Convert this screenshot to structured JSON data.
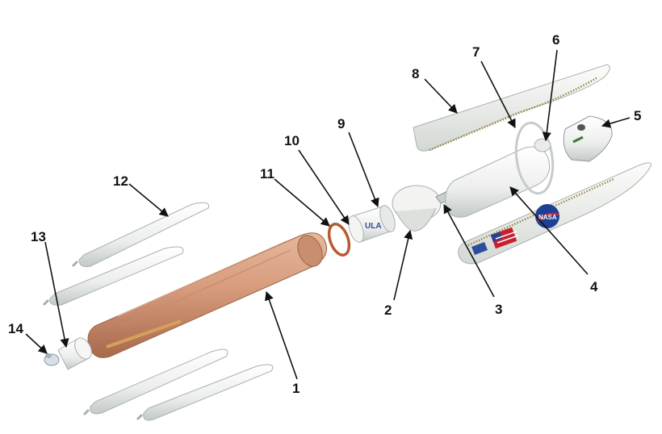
{
  "diagram": {
    "callouts": [
      "1",
      "2",
      "3",
      "4",
      "5",
      "6",
      "7",
      "8",
      "9",
      "10",
      "11",
      "12",
      "13",
      "14"
    ],
    "logos": {
      "ula": "ULA",
      "nasa": "NASA"
    },
    "colors": {
      "background": "#ffffff",
      "booster": "#d69b7c",
      "booster_dark": "#a8694c",
      "white_part": "#f2f3f1",
      "shade": "#c9cfcc",
      "ring": "#b85a32",
      "label": "#111111"
    }
  }
}
